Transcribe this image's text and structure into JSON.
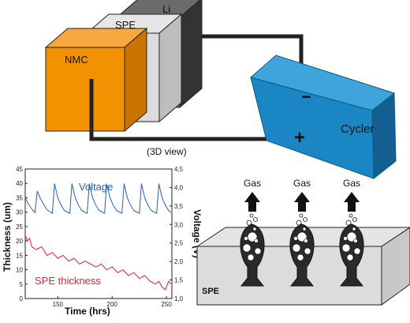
{
  "battery": {
    "layers": [
      {
        "label": "Li",
        "color": "#7a7a7a"
      },
      {
        "label": "SPE",
        "color": "#dcdcdc"
      },
      {
        "label": "NMC",
        "color": "#f39200"
      }
    ]
  },
  "cycler": {
    "label": "Cycler",
    "color": "#1a86c4",
    "neg_terminal": "−",
    "pos_terminal": "+"
  },
  "view_caption": "(3D view)",
  "chart_data": {
    "type": "line",
    "xlabel": "Time (hrs)",
    "ylabel": "Thickness (um)",
    "y2label": "Voltage (V)",
    "xlim": [
      120,
      255
    ],
    "ylim": [
      0,
      45
    ],
    "y2lim": [
      1.0,
      4.5
    ],
    "xticks": [
      150,
      200,
      250
    ],
    "yticks": [
      0,
      5,
      10,
      15,
      20,
      25,
      30,
      35,
      40,
      45
    ],
    "y2ticks": [
      1.0,
      1.5,
      2.0,
      2.5,
      3.0,
      3.5,
      4.0,
      4.5
    ],
    "series": [
      {
        "name": "Voltage",
        "axis": "right",
        "color": "#2b5fad",
        "x": [
          120,
          123,
          126,
          129,
          131,
          134,
          137,
          140,
          145,
          147,
          150,
          153,
          156,
          161,
          163,
          166,
          169,
          172,
          177,
          179,
          182,
          185,
          188,
          193,
          195,
          198,
          201,
          204,
          209,
          211,
          214,
          217,
          220,
          225,
          227,
          230,
          233,
          236,
          241,
          243,
          246,
          249,
          252,
          254
        ],
        "y": [
          3.72,
          3.55,
          3.42,
          3.32,
          3.9,
          3.7,
          3.54,
          3.4,
          3.3,
          4.1,
          3.72,
          3.52,
          3.38,
          3.3,
          4.1,
          3.72,
          3.52,
          3.38,
          3.3,
          4.1,
          3.72,
          3.52,
          3.38,
          3.3,
          4.1,
          3.72,
          3.52,
          3.38,
          3.3,
          4.1,
          3.72,
          3.52,
          3.38,
          3.3,
          4.1,
          3.72,
          3.52,
          3.38,
          3.3,
          4.1,
          3.72,
          3.52,
          3.38,
          3.32
        ]
      },
      {
        "name": "SPE thickness",
        "axis": "left",
        "color": "#e8202a",
        "x": [
          120,
          122,
          124,
          126,
          130,
          135,
          140,
          145,
          150,
          155,
          160,
          165,
          170,
          175,
          180,
          185,
          190,
          195,
          200,
          205,
          210,
          215,
          220,
          225,
          230,
          235,
          240,
          243,
          246,
          249,
          252,
          254
        ],
        "y": [
          22,
          20,
          21,
          18,
          17,
          18,
          15,
          16,
          14,
          15,
          13,
          14,
          12,
          13,
          12,
          11,
          12,
          10,
          11,
          9,
          10,
          8,
          9,
          7,
          8,
          6,
          5,
          6,
          4,
          3,
          6,
          5
        ]
      }
    ]
  },
  "spe_diagram": {
    "substrate_label": "SPE",
    "gas_labels": [
      "Gas",
      "Gas",
      "Gas"
    ]
  }
}
